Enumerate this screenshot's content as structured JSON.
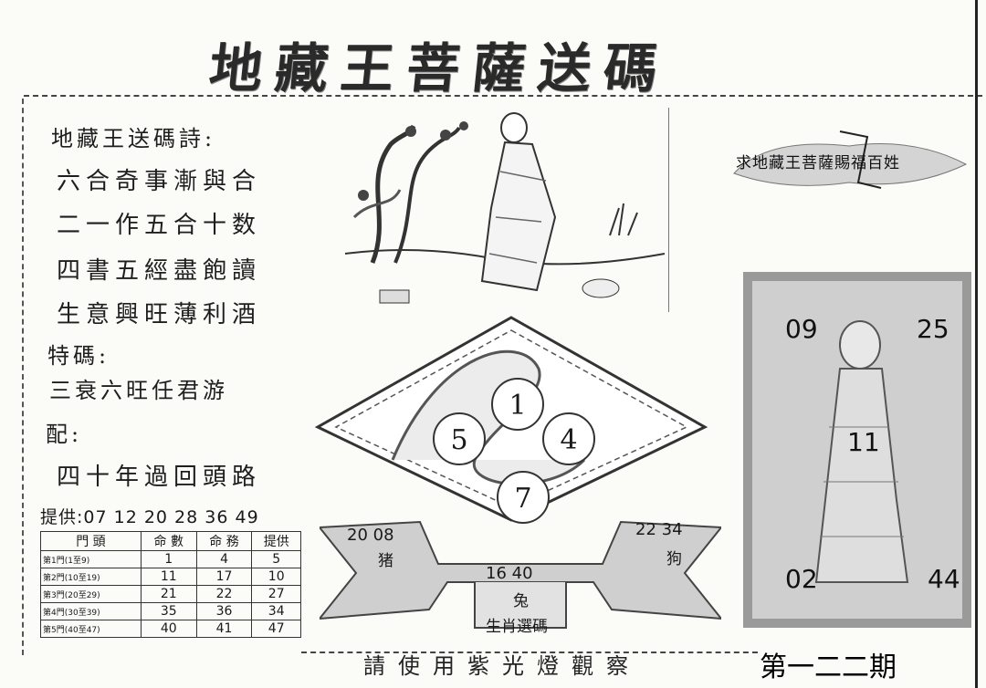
{
  "title": "地藏王菩薩送碼",
  "poem": {
    "heading": "地藏王送碼詩:",
    "lines": [
      "六合奇事漸與合",
      "二一作五合十数",
      "四書五經盡飽讀",
      "生意興旺薄利酒"
    ]
  },
  "special": {
    "label": "特碼:",
    "line": "三衰六旺任君游",
    "match_label": "配:",
    "match_line": "四十年過回頭路"
  },
  "provide": {
    "label": "提供:",
    "numbers": "07 12  20 28 36 49"
  },
  "table": {
    "headers": [
      "門 頭",
      "命 數",
      "命 務",
      "提供"
    ],
    "rows": [
      {
        "key": "第1門(1至9)",
        "values": [
          "1",
          "4",
          "5"
        ]
      },
      {
        "key": "第2門(10至19)",
        "values": [
          "11",
          "17",
          "10"
        ]
      },
      {
        "key": "第3門(20至29)",
        "values": [
          "21",
          "22",
          "27"
        ]
      },
      {
        "key": "第4門(30至39)",
        "values": [
          "35",
          "36",
          "34"
        ]
      },
      {
        "key": "第5門(40至47)",
        "values": [
          "40",
          "41",
          "47"
        ]
      }
    ]
  },
  "banner_top": "求地藏王菩薩賜福百姓",
  "statue": {
    "top_left": "09",
    "top_right": "25",
    "center": "11",
    "bottom_left": "02",
    "bottom_right": "44"
  },
  "diamond_balls": [
    "1",
    "5",
    "4",
    "7"
  ],
  "ribbon": {
    "left_nums": "20 08",
    "left_zh": "猪",
    "right_nums": "22 34",
    "right_zh": "狗",
    "center_nums": "16 40",
    "center_zh": "兔",
    "caption": "生肖選碼"
  },
  "footer": "請使用紫光燈觀察",
  "period": "第一二二期",
  "colors": {
    "ink": "#1a1a1a",
    "paper": "#fbfbf8",
    "statue_bg": "#cfcfcf"
  }
}
